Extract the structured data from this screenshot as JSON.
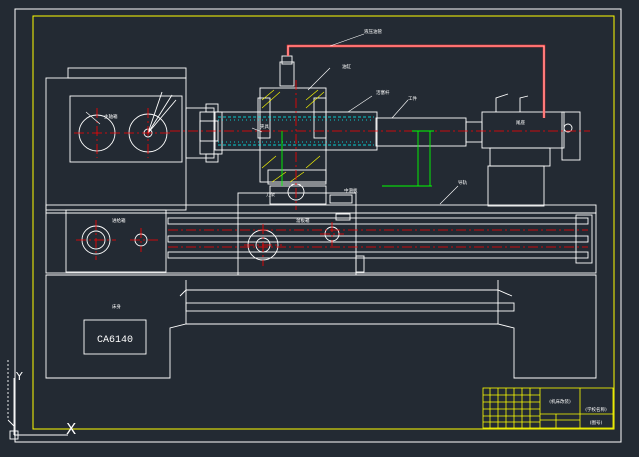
{
  "drawing": {
    "model_label": "CA6140",
    "ucs": {
      "y_axis": "Y",
      "x_axis": "X"
    },
    "callouts": {
      "headstock": "主轴箱",
      "feed_box": "进给箱",
      "carriage": "溜板箱",
      "bed": "床身",
      "tailstock": "尾座",
      "tool_post": "刀架",
      "cross_slide": "中滑板",
      "hydraulic_pipe": "液压油管",
      "chuck": "夹具",
      "cylinder": "油缸",
      "piston_rod": "活塞杆",
      "workpiece": "工件",
      "guide": "导轨"
    }
  },
  "title_block": {
    "drawing_name": "(机床改装)",
    "school": "(学校名称)",
    "sheet": "(图号)"
  },
  "colors": {
    "background": "#232a33",
    "frame": "#ffff00",
    "outline": "#ffffff",
    "center_line": "#ff0000",
    "section": "#00ffff",
    "dimension": "#00ff00",
    "hatch": "#ffff00",
    "pipe": "#ff4040"
  }
}
